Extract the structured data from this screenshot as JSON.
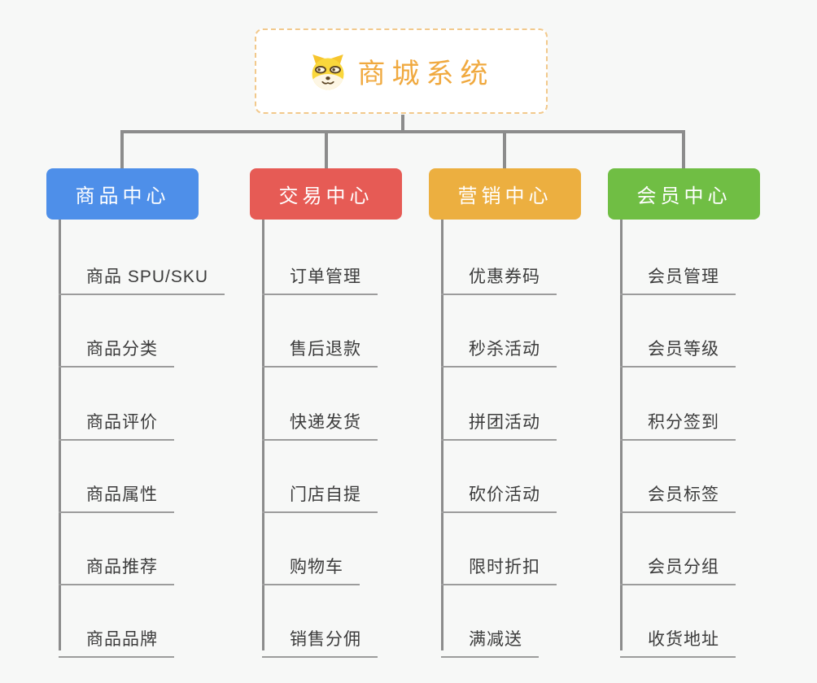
{
  "root": {
    "title": "商城系统",
    "icon": "doge-dog-icon",
    "accent_color": "#f0a93f",
    "border_color": "#f2c98c"
  },
  "connector_color": "#8c8c8c",
  "background_color": "#f7f8f7",
  "branches": [
    {
      "label": "商品中心",
      "color": "#4e8fe9",
      "items": [
        "商品 SPU/SKU",
        "商品分类",
        "商品评价",
        "商品属性",
        "商品推荐",
        "商品品牌"
      ]
    },
    {
      "label": "交易中心",
      "color": "#e65b55",
      "items": [
        "订单管理",
        "售后退款",
        "快递发货",
        "门店自提",
        "购物车",
        "销售分佣"
      ]
    },
    {
      "label": "营销中心",
      "color": "#ecaf40",
      "items": [
        "优惠券码",
        "秒杀活动",
        "拼团活动",
        "砍价活动",
        "限时折扣",
        "满减送"
      ]
    },
    {
      "label": "会员中心",
      "color": "#70be44",
      "items": [
        "会员管理",
        "会员等级",
        "积分签到",
        "会员标签",
        "会员分组",
        "收货地址"
      ]
    }
  ]
}
